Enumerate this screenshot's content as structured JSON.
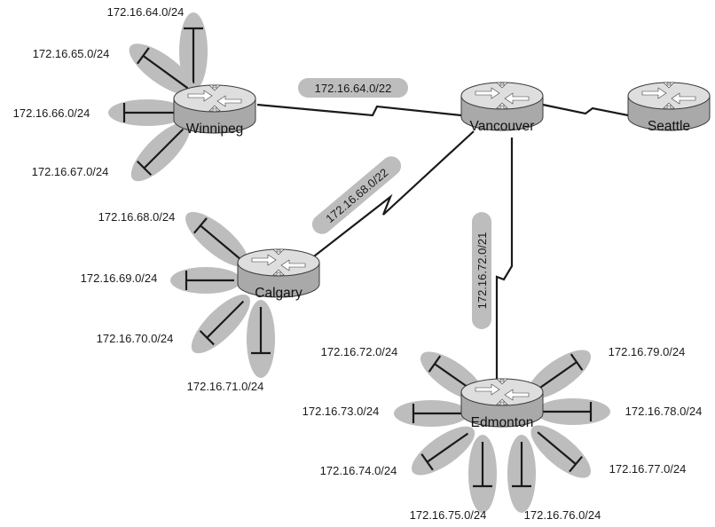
{
  "colors": {
    "petal": "#bdbdbd",
    "line": "#1a1a1a",
    "router_top": "#dedede",
    "router_side": "#a9a9a9",
    "arrow": "#ffffff"
  },
  "icons": {
    "router": "router-icon",
    "lan": "lan-segment-icon"
  },
  "routers": {
    "winnipeg": "Winnipeg",
    "vancouver": "Vancouver",
    "seattle": "Seattle",
    "calgary": "Calgary",
    "edmonton": "Edmonton"
  },
  "summaries": {
    "winnipeg_vancouver": "172.16.64.0/22",
    "calgary_vancouver": "172.16.68.0/22",
    "edmonton_vancouver": "172.16.72.0/21"
  },
  "networks": {
    "winnipeg": [
      "172.16.64.0/24",
      "172.16.65.0/24",
      "172.16.66.0/24",
      "172.16.67.0/24"
    ],
    "calgary": [
      "172.16.68.0/24",
      "172.16.69.0/24",
      "172.16.70.0/24",
      "172.16.71.0/24"
    ],
    "edmonton": [
      "172.16.72.0/24",
      "172.16.73.0/24",
      "172.16.74.0/24",
      "172.16.75.0/24",
      "172.16.76.0/24",
      "172.16.77.0/24",
      "172.16.78.0/24",
      "172.16.79.0/24"
    ]
  }
}
